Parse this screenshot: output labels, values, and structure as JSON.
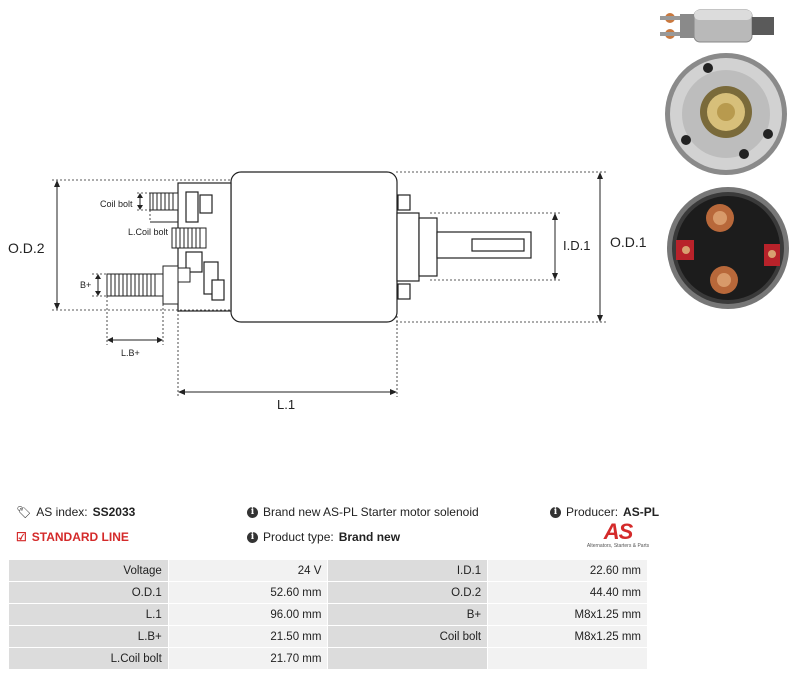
{
  "drawing": {
    "labels": {
      "od2": "O.D.2",
      "od1": "O.D.1",
      "id1": "I.D.1",
      "l1": "L.1",
      "coil_bolt": "Coil bolt",
      "l_coil_bolt": "L.Coil bolt",
      "b_plus": "B+",
      "lb_plus": "L.B+"
    }
  },
  "info": {
    "as_index_label": "AS index:",
    "as_index_value": "SS2033",
    "line": "STANDARD LINE",
    "description": "Brand new AS-PL Starter motor solenoid",
    "product_type_label": "Product type:",
    "product_type_value": "Brand new",
    "producer_label": "Producer:",
    "producer_value": "AS-PL"
  },
  "logo": {
    "mark": "AS",
    "tagline": "Alternators, Starters & Parts"
  },
  "specs": {
    "rows": [
      [
        {
          "label": "Voltage",
          "value": "24 V"
        },
        {
          "label": "I.D.1",
          "value": "22.60 mm"
        }
      ],
      [
        {
          "label": "O.D.1",
          "value": "52.60 mm"
        },
        {
          "label": "O.D.2",
          "value": "44.40 mm"
        }
      ],
      [
        {
          "label": "L.1",
          "value": "96.00 mm"
        },
        {
          "label": "B+",
          "value": "M8x1.25 mm"
        }
      ],
      [
        {
          "label": "L.B+",
          "value": "21.50 mm"
        },
        {
          "label": "Coil bolt",
          "value": "M8x1.25 mm"
        }
      ],
      [
        {
          "label": "L.Coil bolt",
          "value": "21.70 mm"
        },
        {
          "label": "",
          "value": ""
        }
      ]
    ]
  },
  "colors": {
    "accent": "#d42a2a",
    "label_bg": "#dcdcdc",
    "value_bg": "#f2f2f2"
  }
}
